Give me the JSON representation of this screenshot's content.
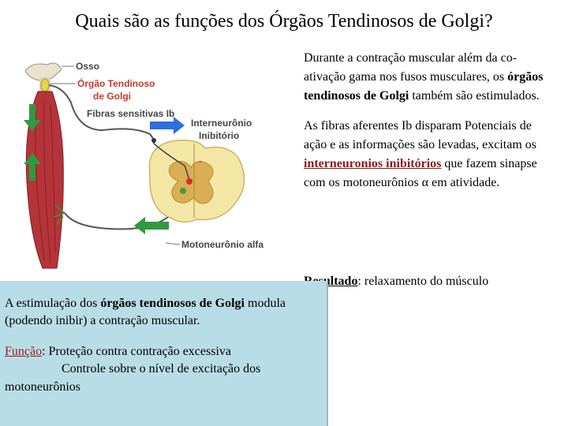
{
  "title": "Quais são as funções dos Órgãos Tendinosos de Golgi?",
  "figure": {
    "labels": {
      "osso": "Osso",
      "orgao": "Órgão Tendinoso de Golgi",
      "orgao_l1": "Órgão Tendinoso",
      "orgao_l2": "de Golgi",
      "fibras": "Fibras sensitivas Ib",
      "inter_l1": "Interneurônio",
      "inter_l2": "Inibitório",
      "moto": "Motoneurônio alfa",
      "minus": "-"
    },
    "colors": {
      "muscle": "#b5343a",
      "spinal": "#f4e7a6",
      "arrow_blue": "#2b6fe0",
      "arrow_green": "#2f9a3f",
      "nerve": "#555555"
    }
  },
  "right": {
    "p1_a": "Durante a contração muscular além da co-ativação gama nos fusos musculares, os ",
    "p1_b": "órgãos tendinosos de Golgi",
    "p1_c": " também são estimulados.",
    "p2_a": "As fibras aferentes Ib disparam Potenciais de ação e as informações são levadas, excitam os ",
    "p2_b": "interneuronios inibitórios",
    "p2_c": " que fazem sinapse com os motoneurônios ",
    "p2_alpha": "α",
    "p2_d": " em atividade."
  },
  "result": {
    "label": "Resultado",
    "text": ": relaxamento do músculo"
  },
  "box": {
    "p1_a": "A estimulação dos ",
    "p1_b": "órgãos tendinosos de Golgi",
    "p1_c": " modula (podendo inibir) a contração muscular.",
    "funcao_label": "Função",
    "funcao_line1": ": Proteção contra contração excessiva",
    "funcao_line2": "Controle sobre o nível de excitação dos motoneurônios"
  }
}
